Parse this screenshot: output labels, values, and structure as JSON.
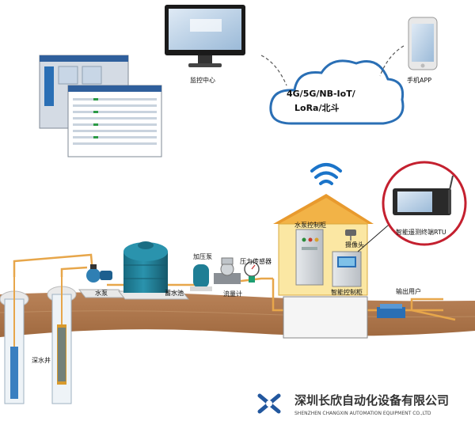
{
  "labels": {
    "monitoring_center": "监控中心",
    "mobile_app": "手机APP",
    "cloud_line1": "4G/5G/NB-IoT/",
    "cloud_line2": "LoRa/北斗",
    "water_pump": "水泵",
    "storage_pool": "蓄水池",
    "booster_pump": "加压泵",
    "flow_meter": "流量计",
    "pressure_sensor": "压力传感器",
    "pump_cabinet": "水泵控制柜",
    "smart_cabinet": "智能控制柜",
    "camera": "摄像头",
    "rtu": "智能遥测终端RTU",
    "output_user": "输出用户",
    "deep_well": "深水井"
  },
  "company": {
    "name_cn": "深圳长欣自动化设备有限公司",
    "name_en": "SHENZHEN CHANGXIN AUTOMATION EQUIPMENT CO.,LTD"
  },
  "colors": {
    "ground": "#a9744a",
    "pipe": "#e7a64a",
    "tank": "#1f7e95",
    "cloud_stroke": "#2a6fb5",
    "wifi": "#1b74c9",
    "logo_blue": "#22579e",
    "company_text": "#333333"
  }
}
